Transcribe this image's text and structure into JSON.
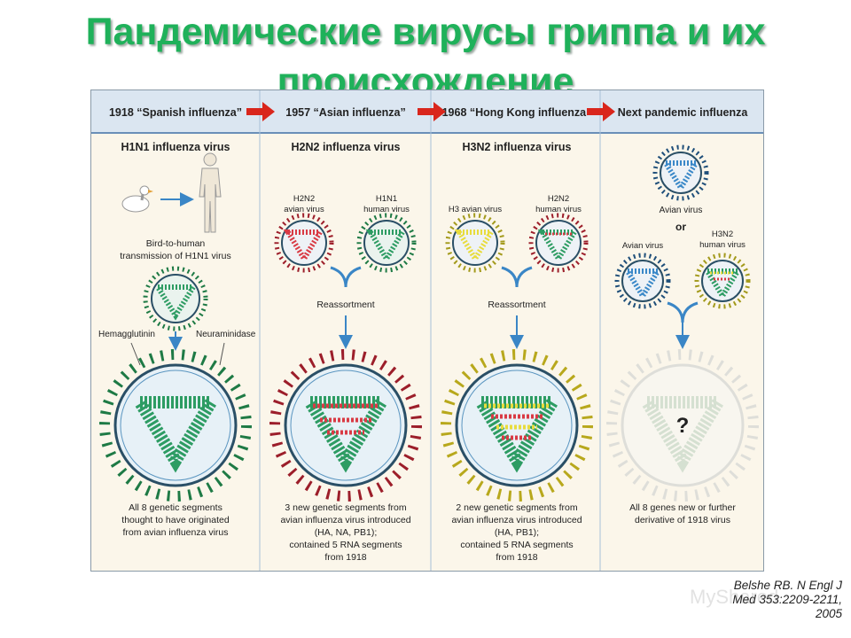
{
  "slide": {
    "title_line1": "Пандемические вирусы гриппа и их",
    "title_line2": "происхождение"
  },
  "timeline": [
    {
      "label": "1918 “Spanish influenza”"
    },
    {
      "label": "1957 “Asian influenza”"
    },
    {
      "label": "1968 “Hong Kong influenza”"
    },
    {
      "label": "Next pandemic influenza"
    }
  ],
  "columns": [
    {
      "heading": "H1N1 influenza virus",
      "transmission_line1": "Bird-to-human",
      "transmission_line2": "transmission of H1N1 virus",
      "hemagglutinin": "Hemagglutinin",
      "neuraminidase": "Neuraminidase",
      "caption": [
        "All 8 genetic segments",
        "thought to have originated",
        "from avian influenza virus"
      ]
    },
    {
      "heading": "H2N2 influenza virus",
      "left_virus": [
        "H2N2",
        "avian virus"
      ],
      "right_virus": [
        "H1N1",
        "human virus"
      ],
      "process": "Reassortment",
      "caption": [
        "3 new genetic segments from",
        "avian influenza virus introduced",
        "(HA, NA, PB1);",
        "contained 5 RNA segments",
        "from 1918"
      ]
    },
    {
      "heading": "H3N2 influenza virus",
      "left_virus": [
        "H3 avian virus"
      ],
      "right_virus": [
        "H2N2",
        "human virus"
      ],
      "process": "Reassortment",
      "caption": [
        "2 new genetic segments from",
        "avian influenza virus introduced",
        "(HA, PB1);",
        "contained 5 RNA segments",
        "from 1918"
      ]
    },
    {
      "top_virus": "Avian virus",
      "or_text": "or",
      "left_virus": [
        "Avian virus"
      ],
      "right_virus": [
        "H3N2",
        "human virus"
      ],
      "unknown": "?",
      "caption": [
        "All 8 genes new or further",
        "derivative of 1918 virus"
      ]
    }
  ],
  "citation": {
    "line1": "Belshe RB. N Engl J",
    "line2": "Med 353:2209-2211,",
    "line3": "2005"
  },
  "watermark": "MyShared",
  "colors": {
    "title": "#1fb15a",
    "header_band": "#dbe6f1",
    "arrow_red": "#d9261c",
    "arrow_blue": "#3a86c6",
    "avian_green": "#2d9c63",
    "human_red": "#d93a44",
    "avian_yellow": "#e8dc3c",
    "avian_blue": "#3a88c8",
    "panel_bg": "#fbf6ea"
  }
}
